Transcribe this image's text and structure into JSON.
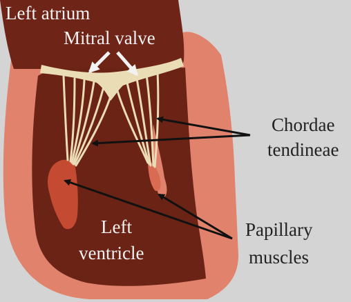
{
  "labels": {
    "left_atrium": "Left atrium",
    "mitral_valve": "Mitral valve",
    "chordae_line1": "Chordae",
    "chordae_line2": "tendineae",
    "papillary_line1": "Papillary",
    "papillary_line2": "muscles",
    "ventricle_line1": "Left",
    "ventricle_line2": "ventricle"
  },
  "colors": {
    "background": "#d4d4d4",
    "outer_wall": "#e0826c",
    "atrium_chamber": "#6f2418",
    "ventricle_chamber": "#6b2316",
    "valve_chordae": "#eadcb4",
    "papillary_muscle": "#c44a32",
    "arrow_black": "#111111",
    "arrow_white": "#f2f2f2",
    "label_white": "#f2f2f2",
    "label_dark": "#222222"
  }
}
